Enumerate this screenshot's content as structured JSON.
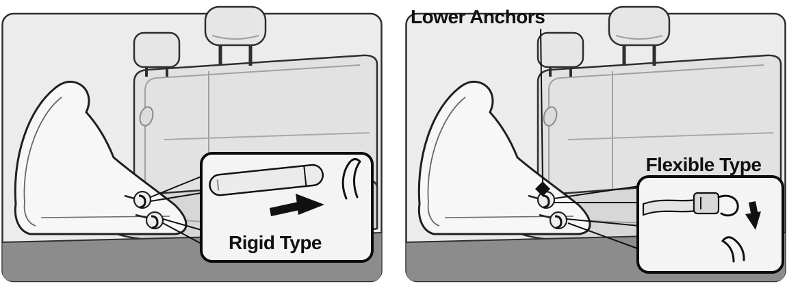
{
  "figure": {
    "description_labels_visible": [
      "Lower Anchors",
      "Rigid Type",
      "Flexible Type"
    ],
    "panels": [
      {
        "id": "rigid",
        "callout_label": "Rigid Type"
      },
      {
        "id": "flexible",
        "anchor_label": "Lower Anchors",
        "callout_label": "Flexible Type"
      }
    ]
  },
  "colors": {
    "outline": "#1a1a1a",
    "panel_background": "#ececec",
    "bench_seat": "#e2e2e2",
    "seat_cushion": "#d7d7d7",
    "floor_band": "#8c8c8c",
    "child_seat": "#f7f7f7",
    "callout_background": "#f4f4f4",
    "text": "#111111"
  }
}
